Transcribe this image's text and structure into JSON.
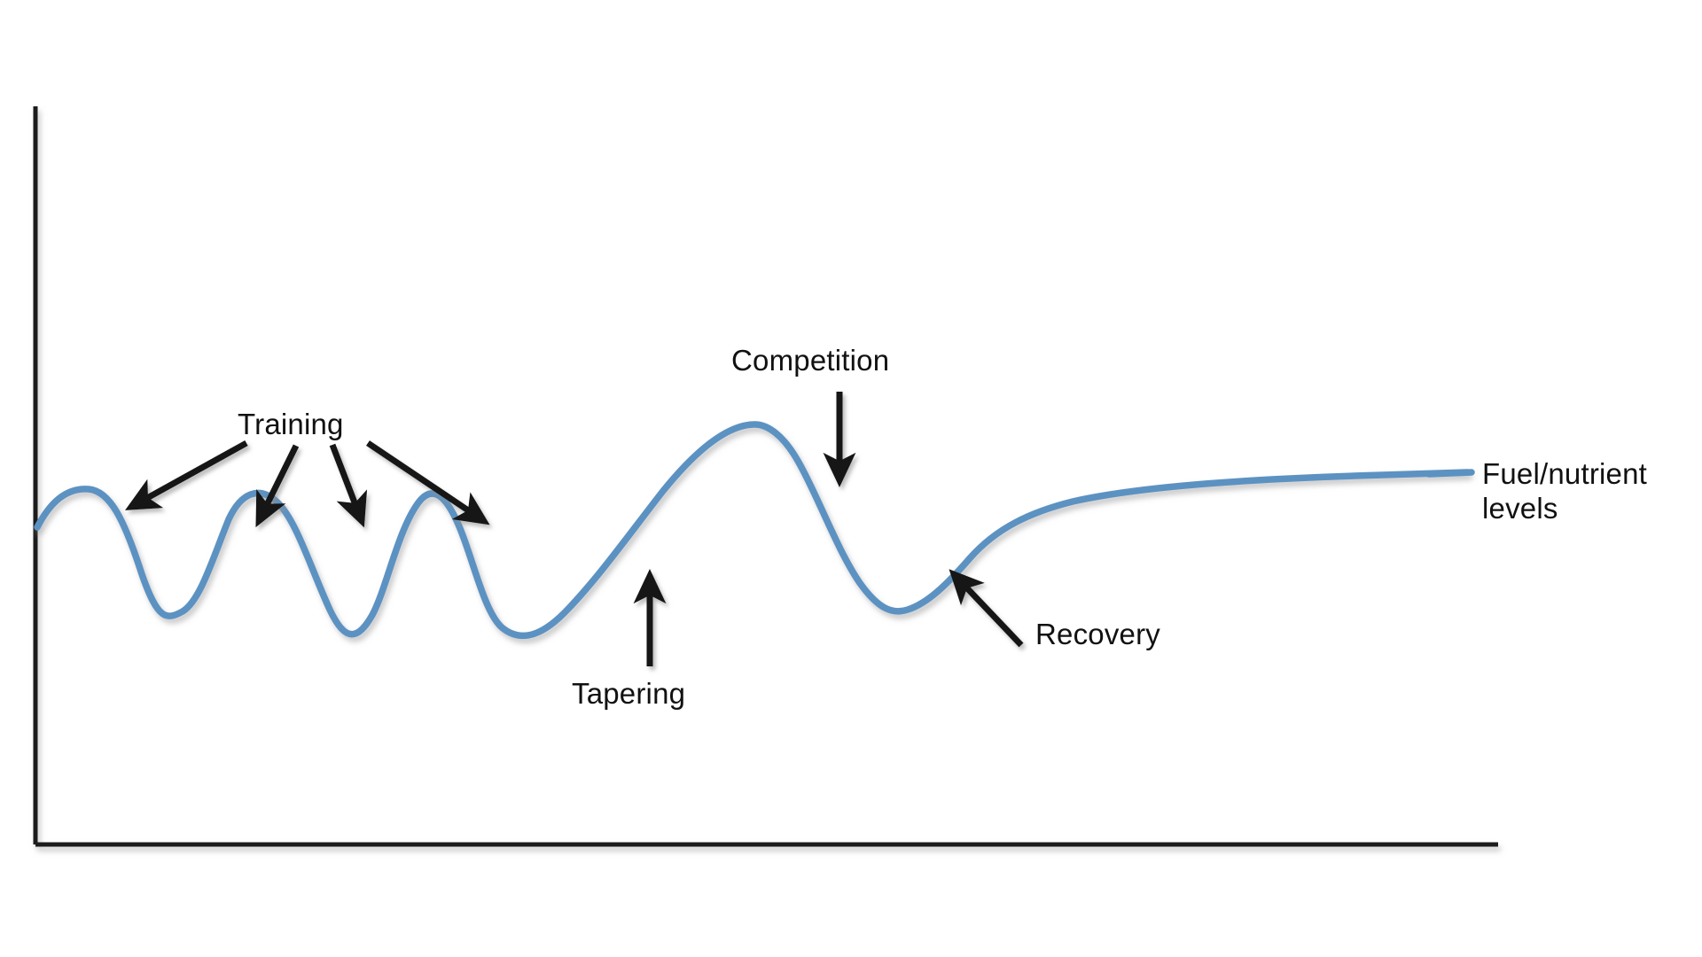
{
  "figure": {
    "kind": "annotated-line-diagram",
    "background_color": "#ffffff",
    "axis_color": "#1a1a1a",
    "curve_color": "#5b92c2",
    "annotation_color": "#111111"
  },
  "annotations": {
    "training": "Training",
    "competition": "Competition",
    "tapering": "Tapering",
    "recovery": "Recovery",
    "fuel_levels": "Fuel/nutrient\nlevels"
  },
  "icons": {
    "arrow_training_1": "arrow-down-left-icon",
    "arrow_training_2": "arrow-down-left-icon",
    "arrow_training_3": "arrow-down-icon",
    "arrow_training_4": "arrow-down-right-icon",
    "arrow_competition": "arrow-down-icon",
    "arrow_tapering": "arrow-up-icon",
    "arrow_recovery": "arrow-up-left-icon",
    "tick_mark": "vertical-tick-icon"
  },
  "chart_data": {
    "type": "line",
    "title": "",
    "xlabel": "",
    "ylabel": "",
    "series": [
      {
        "name": "Fuel/nutrient levels",
        "color": "#5b92c2",
        "points": [
          [
            42,
            595
          ],
          [
            70,
            558
          ],
          [
            100,
            552
          ],
          [
            135,
            600
          ],
          [
            168,
            670
          ],
          [
            196,
            696
          ],
          [
            228,
            658
          ],
          [
            258,
            580
          ],
          [
            288,
            558
          ],
          [
            318,
            600
          ],
          [
            352,
            672
          ],
          [
            382,
            700
          ],
          [
            412,
            652
          ],
          [
            440,
            578
          ],
          [
            468,
            556
          ],
          [
            496,
            600
          ],
          [
            528,
            672
          ],
          [
            560,
            706
          ],
          [
            598,
            712
          ],
          [
            640,
            688
          ],
          [
            690,
            628
          ],
          [
            745,
            556
          ],
          [
            800,
            502
          ],
          [
            845,
            482
          ],
          [
            868,
            481
          ],
          [
            900,
            500
          ],
          [
            935,
            560
          ],
          [
            968,
            630
          ],
          [
            998,
            676
          ],
          [
            1020,
            688
          ],
          [
            1048,
            680
          ],
          [
            1078,
            650
          ],
          [
            1112,
            610
          ],
          [
            1150,
            582
          ],
          [
            1200,
            566
          ],
          [
            1270,
            556
          ],
          [
            1360,
            548
          ],
          [
            1460,
            542
          ],
          [
            1560,
            537
          ],
          [
            1655,
            533
          ]
        ]
      }
    ],
    "phases": [
      {
        "label": "Training",
        "x_range": [
          42,
          530
        ],
        "description": "repeated oscillation: four training peaks with recovery troughs"
      },
      {
        "label": "Tapering",
        "x_range": [
          530,
          745
        ],
        "description": "reduced load, levels dip then climb steadily"
      },
      {
        "label": "Competition",
        "x_range": [
          745,
          1020
        ],
        "description": "peak fuel level then sharp depletion"
      },
      {
        "label": "Recovery",
        "x_range": [
          1020,
          1655
        ],
        "description": "levels climb back and plateau above baseline"
      }
    ],
    "axes": {
      "x_axis": {
        "x_start": 40,
        "x_end": 1690,
        "y": 953,
        "ticks": [],
        "tick_labels": []
      },
      "y_axis": {
        "x": 40,
        "y_start": 120,
        "y_end": 953,
        "ticks": [],
        "tick_labels": []
      },
      "grid": false
    },
    "legend": {
      "position": "right",
      "entries": [
        "Fuel/nutrient levels"
      ]
    }
  }
}
